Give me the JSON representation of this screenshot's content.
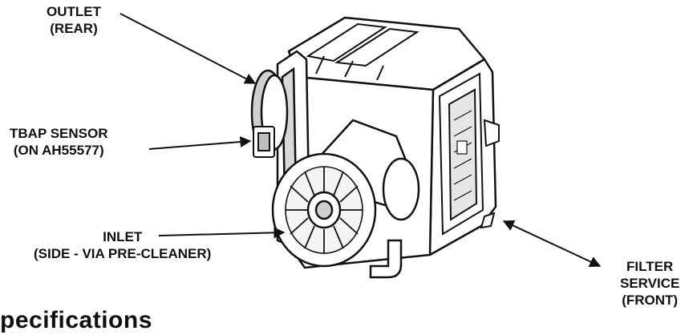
{
  "callouts": {
    "outlet": [
      "OUTLET",
      "(REAR)"
    ],
    "tbap": [
      "TBAP SENSOR",
      "(ON AH55577)"
    ],
    "inlet": [
      "INLET",
      "(SIDE - VIA PRE-CLEANER)"
    ],
    "filter": [
      "FILTER",
      "SERVICE",
      "(FRONT)"
    ]
  },
  "heading": "pecifications",
  "colors": {
    "line": "#111111",
    "fill": "#ffffff",
    "shade": "#c8c8c8"
  }
}
